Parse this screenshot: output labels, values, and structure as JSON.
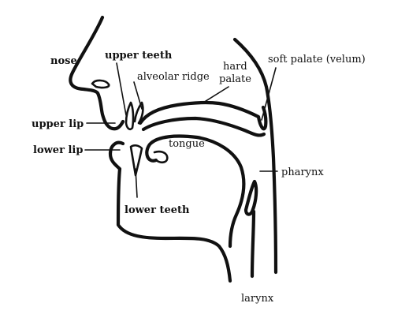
{
  "labels": {
    "nose": "nose",
    "upper_teeth": "upper teeth",
    "alveolar_ridge": "alveolar ridge",
    "hard_palate_line1": "hard",
    "hard_palate_line2": "palate",
    "soft_palate": "soft palate (velum)",
    "upper_lip": "upper lip",
    "lower_lip": "lower lip",
    "tongue": "tongue",
    "pharynx": "pharynx",
    "lower_teeth": "lower teeth",
    "larynx": "larynx"
  },
  "colors": {
    "ink": "#111111",
    "background": "#ffffff"
  }
}
